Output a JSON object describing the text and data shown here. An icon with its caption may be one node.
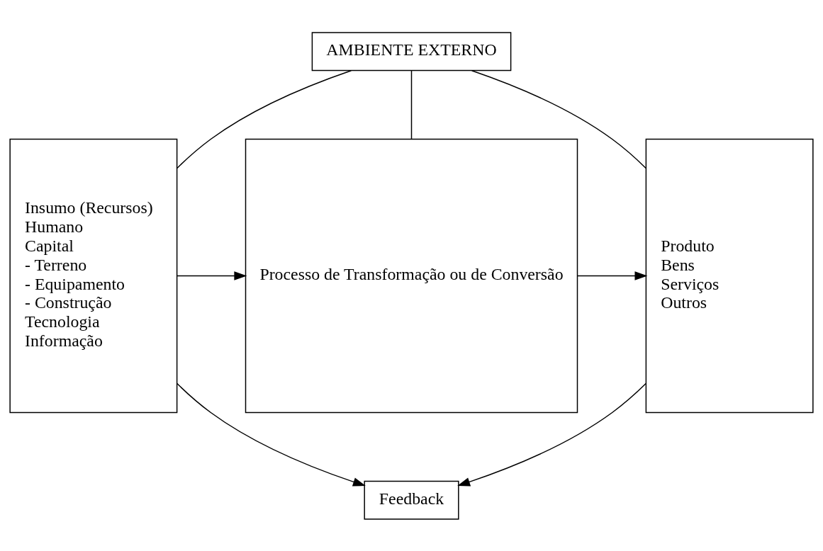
{
  "diagram": {
    "nodes": [
      {
        "text": [
          "AMBIENTE EXTERNO"
        ]
      },
      {
        "text": [
          "Insumo (Recursos)",
          "Humano",
          "Capital",
          "- Terreno",
          "- Equipamento",
          "- Construção",
          "Tecnologia",
          "Informação"
        ]
      },
      {
        "text": [
          "Processo de Transformação ou de Conversão"
        ]
      },
      {
        "text": [
          "Produto",
          "Bens",
          "Serviços",
          "Outros"
        ]
      },
      {
        "text": [
          "Feedback"
        ]
      }
    ],
    "edges": [
      {
        "from": 0,
        "to": 1,
        "arrow": "none"
      },
      {
        "from": 0,
        "to": 2,
        "arrow": "none"
      },
      {
        "from": 0,
        "to": 3,
        "arrow": "none"
      },
      {
        "from": 1,
        "to": 2,
        "arrow": "to"
      },
      {
        "from": 2,
        "to": 3,
        "arrow": "to"
      },
      {
        "from": 1,
        "to": 4,
        "arrow": "to"
      },
      {
        "from": 3,
        "to": 4,
        "arrow": "to"
      }
    ]
  }
}
